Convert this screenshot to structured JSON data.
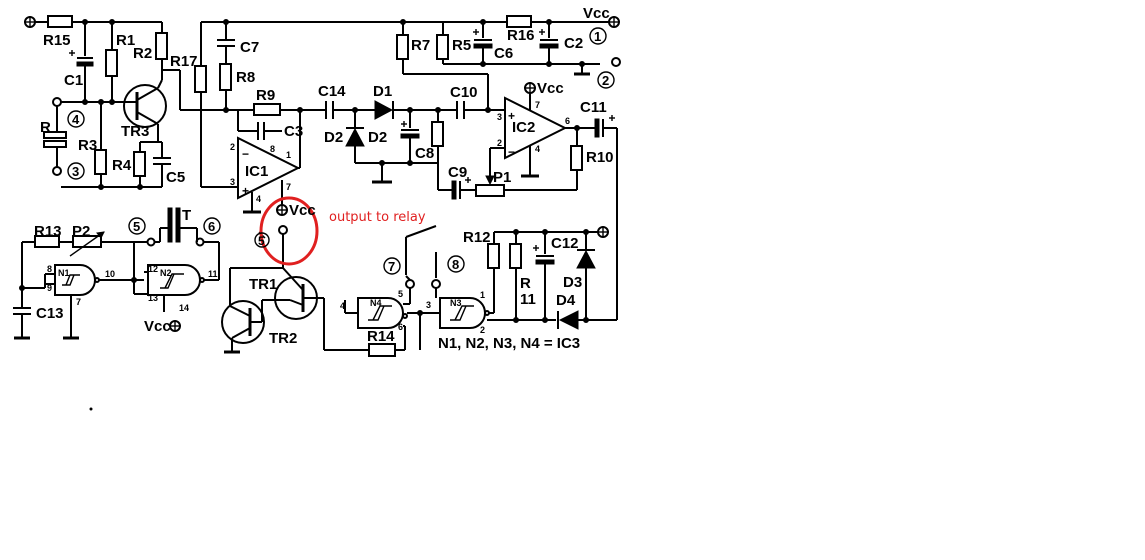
{
  "labels": {
    "R15": "R15",
    "R1": "R1",
    "R2": "R2",
    "R17": "R17",
    "C7": "C7",
    "R8": "R8",
    "R7": "R7",
    "R5": "R5",
    "C6": "C6",
    "R16": "R16",
    "C2": "C2",
    "Vcc_top": "Vcc",
    "C1": "C1",
    "R": "R",
    "TR3": "TR3",
    "R3": "R3",
    "R4": "R4",
    "C5": "C5",
    "R9": "R9",
    "C3": "C3",
    "IC1": "IC1",
    "C14": "C14",
    "D1": "D1",
    "D2a": "D2",
    "D2b": "D2",
    "C8": "C8",
    "C10": "C10",
    "C9": "C9",
    "P1": "P1",
    "IC2": "IC2",
    "Vcc_ic2": "Vcc",
    "C11": "C11",
    "R10": "R10",
    "R13": "R13",
    "P2": "P2",
    "C13": "C13",
    "N1": "N1",
    "N2": "N2",
    "T": "T",
    "Vcc_low": "Vcc",
    "Vcc_relay": "Vcc",
    "TR1": "TR1",
    "TR2": "TR2",
    "R12": "R12",
    "C12": "C12",
    "R11a": "R",
    "R11b": "11",
    "D3": "D3",
    "D4": "D4",
    "N3": "N3",
    "N4": "N4",
    "R14": "R14",
    "legend": "N1, N2, N3, N4 = IC3"
  },
  "terminals": [
    "1",
    "2",
    "3",
    "4",
    "5",
    "6",
    "7",
    "8"
  ],
  "pins": {
    "ic1_2": "2",
    "ic1_3": "3",
    "ic1_8": "8",
    "ic1_1": "1",
    "ic1_4": "4",
    "ic1_7": "7",
    "ic2_3": "3",
    "ic2_2": "2",
    "ic2_7": "7",
    "ic2_6": "6",
    "ic2_4": "4",
    "n1_8": "8",
    "n1_9": "9",
    "n1_10": "10",
    "n1_7": "7",
    "n2_12": "12",
    "n2_13": "13",
    "n2_11": "11",
    "n2_14": "14",
    "n3_1": "1",
    "n3_2": "2",
    "n3_3": "3",
    "n4_4": "4",
    "n4_5": "5",
    "n4_6": "6"
  },
  "annotation": {
    "text": "output to relay",
    "color": "#e02020"
  },
  "colors": {
    "wire": "#000000",
    "highlight": "#e02020",
    "background": "#ffffff"
  }
}
